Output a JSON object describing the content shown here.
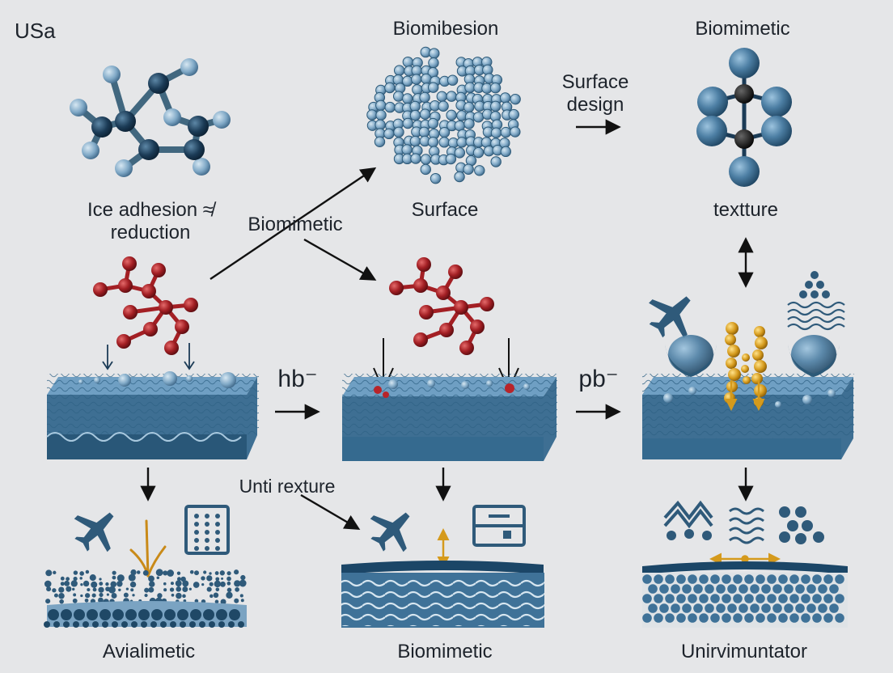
{
  "corner_label": "USa",
  "labels": {
    "top_center": "Biomibesion",
    "top_right": "Biomimetic",
    "surface_design": "Surface\ndesign",
    "ice_adhesion": "Ice adhesion ≉\nreduction",
    "biomimetic_mid": "Biomimetic",
    "surface": "Surface",
    "texture_right": "textture",
    "arrow_hb": "hb⁻",
    "arrow_pb": "pb⁻",
    "unti_texture": "Unti rexture",
    "bottom_left": "Avialimetic",
    "bottom_center": "Biomimetic",
    "bottom_right": "Unirvimuntator"
  },
  "colors": {
    "background": "#e5e6e8",
    "steel_blue": "#3f6e8f",
    "navy": "#1b3b56",
    "dark_red": "#a31f24",
    "gold": "#d59a1c",
    "ice_blue": "#5b8fb3"
  }
}
